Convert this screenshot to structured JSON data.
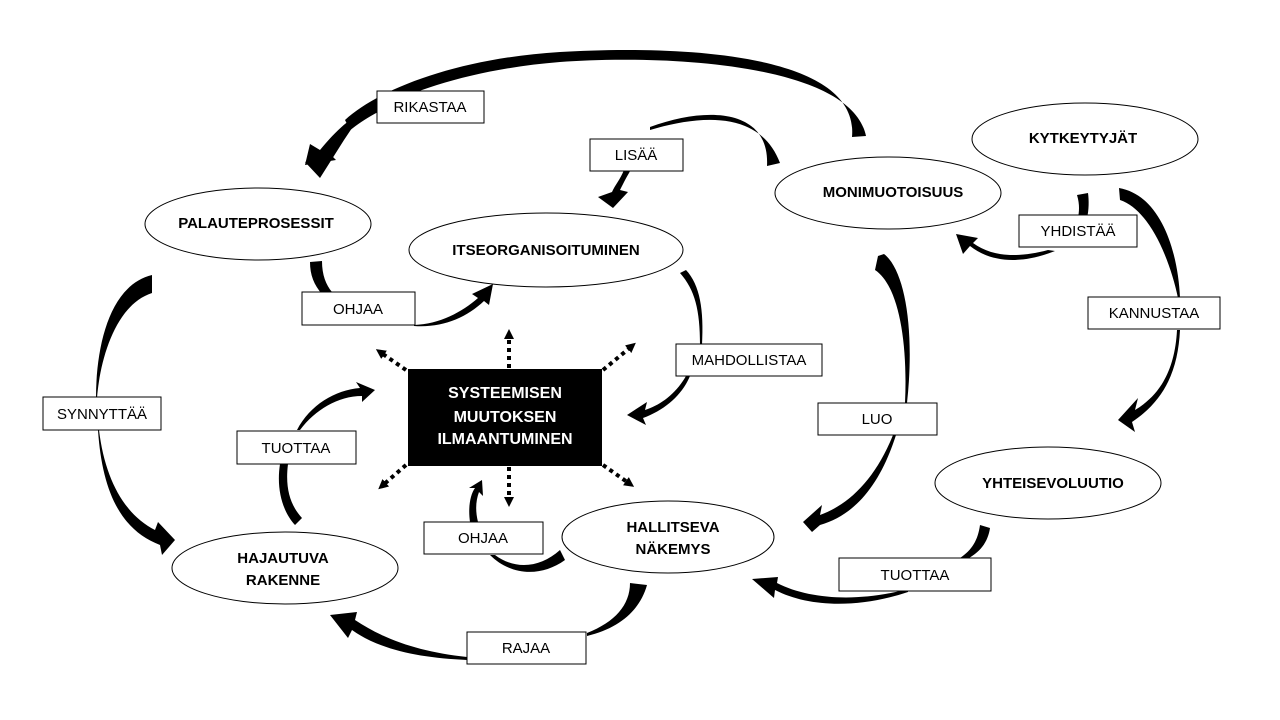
{
  "diagram": {
    "language": "fi",
    "colors": {
      "ink": "#000000",
      "paper": "#ffffff",
      "center_fill": "#000000",
      "center_text": "#ffffff"
    },
    "center": {
      "id": "center",
      "lines": [
        "SYSTEEMISEN",
        "MUUTOKSEN",
        "ILMAANTUMINEN"
      ]
    },
    "nodes": [
      {
        "id": "palauteprosessit",
        "lines": [
          "PALAUTEPROSESSIT"
        ]
      },
      {
        "id": "itseorganisoituminen",
        "lines": [
          "ITSEORGANISOITUMINEN"
        ]
      },
      {
        "id": "monimuotoisuus",
        "lines": [
          "MONIMUOTOISUUS"
        ]
      },
      {
        "id": "kytkeytyjat",
        "lines": [
          "KYTKEYTYJÄT"
        ]
      },
      {
        "id": "yhteisevoluutio",
        "lines": [
          "YHTEISEVOLUUTIO"
        ]
      },
      {
        "id": "hallitseva-nakemys",
        "lines": [
          "HALLITSEVA",
          "NÄKEMYS"
        ]
      },
      {
        "id": "hajautuva-rakenne",
        "lines": [
          "HAJAUTUVA",
          "RAKENNE"
        ]
      }
    ],
    "edges": [
      {
        "id": "rikastaa",
        "from": "monimuotoisuus",
        "to": "palauteprosessit",
        "label": "RIKASTAA"
      },
      {
        "id": "lisaa",
        "from": "monimuotoisuus",
        "to": "itseorganisoituminen",
        "label": "LISÄÄ"
      },
      {
        "id": "yhdistaa",
        "from": "kytkeytyjat",
        "to": "monimuotoisuus",
        "label": "YHDISTÄÄ"
      },
      {
        "id": "kannustaa",
        "from": "kytkeytyjat",
        "to": "yhteisevoluutio",
        "label": "KANNUSTAA"
      },
      {
        "id": "ohjaa-1",
        "from": "palauteprosessit",
        "to": "itseorganisoituminen",
        "label": "OHJAA"
      },
      {
        "id": "mahdollistaa",
        "from": "itseorganisoituminen",
        "to": "center",
        "label": "MAHDOLLISTAA"
      },
      {
        "id": "luo",
        "from": "monimuotoisuus",
        "to": "hallitseva-nakemys",
        "label": "LUO"
      },
      {
        "id": "synnyttaa",
        "from": "palauteprosessit",
        "to": "hajautuva-rakenne",
        "label": "SYNNYTTÄÄ"
      },
      {
        "id": "tuottaa-1",
        "from": "hajautuva-rakenne",
        "to": "center",
        "label": "TUOTTAA"
      },
      {
        "id": "ohjaa-2",
        "from": "hallitseva-nakemys",
        "to": "center",
        "label": "OHJAA"
      },
      {
        "id": "rajaa",
        "from": "hallitseva-nakemys",
        "to": "hajautuva-rakenne",
        "label": "RAJAA"
      },
      {
        "id": "tuottaa-2",
        "from": "yhteisevoluutio",
        "to": "hallitseva-nakemys",
        "label": "TUOTTAA"
      }
    ],
    "emanations": [
      "up",
      "up-left",
      "up-right",
      "down",
      "down-left",
      "down-right"
    ],
    "emanation_style": "dotted"
  }
}
